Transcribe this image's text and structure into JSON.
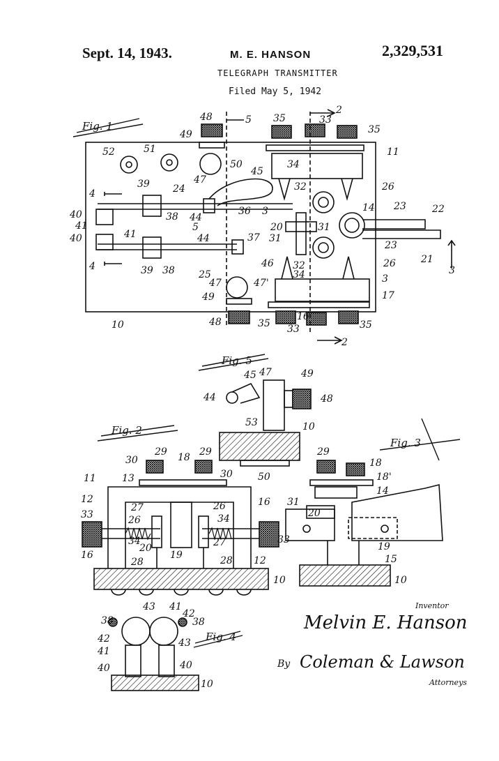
{
  "header": {
    "date": "Sept. 14, 1943.",
    "inventor_name": "M. E. HANSON",
    "patent_number": "2,329,531",
    "title": "TELEGRAPH TRANSMITTER",
    "filed": "Filed May 5, 1942"
  },
  "figures": {
    "fig1": "Fig. 1",
    "fig2": "Fig. 2",
    "fig3": "Fig. 3",
    "fig4": "Fig. 4",
    "fig5": "Fig. 5"
  },
  "signature": {
    "inventor_caption": "Inventor",
    "inventor_signature": "Melvin E. Hanson",
    "by": "By",
    "attorney_signature": "Coleman & Lawson",
    "attorneys_caption": "Attorneys"
  },
  "ref_numerals": {
    "fig1": [
      "48",
      "49",
      "52",
      "51",
      "50",
      "5",
      "2",
      "35",
      "33",
      "35",
      "11",
      "34",
      "45",
      "47",
      "39",
      "24",
      "32",
      "26",
      "4",
      "14",
      "23",
      "22",
      "40",
      "41",
      "38",
      "44",
      "36",
      "3",
      "5",
      "20",
      "31",
      "40",
      "41",
      "31",
      "21",
      "37",
      "3",
      "44",
      "23",
      "39",
      "38",
      "25",
      "46",
      "32",
      "26",
      "4",
      "47",
      "47'",
      "34",
      "3",
      "49",
      "17",
      "48",
      "35",
      "33",
      "16",
      "35",
      "10",
      "2"
    ],
    "fig5": [
      "45",
      "47",
      "49",
      "44",
      "48",
      "53",
      "10",
      "50"
    ],
    "fig2": [
      "29",
      "29",
      "30",
      "18",
      "30",
      "11",
      "13",
      "12",
      "27",
      "26",
      "16",
      "33",
      "26",
      "34",
      "20",
      "34",
      "33",
      "16",
      "27",
      "19",
      "28",
      "28",
      "12",
      "10"
    ],
    "fig3": [
      "29",
      "18",
      "18'",
      "14",
      "31",
      "20",
      "19",
      "15",
      "10"
    ],
    "fig4": [
      "43",
      "41",
      "38",
      "42",
      "42",
      "38",
      "41",
      "43",
      "40",
      "40",
      "10"
    ]
  }
}
